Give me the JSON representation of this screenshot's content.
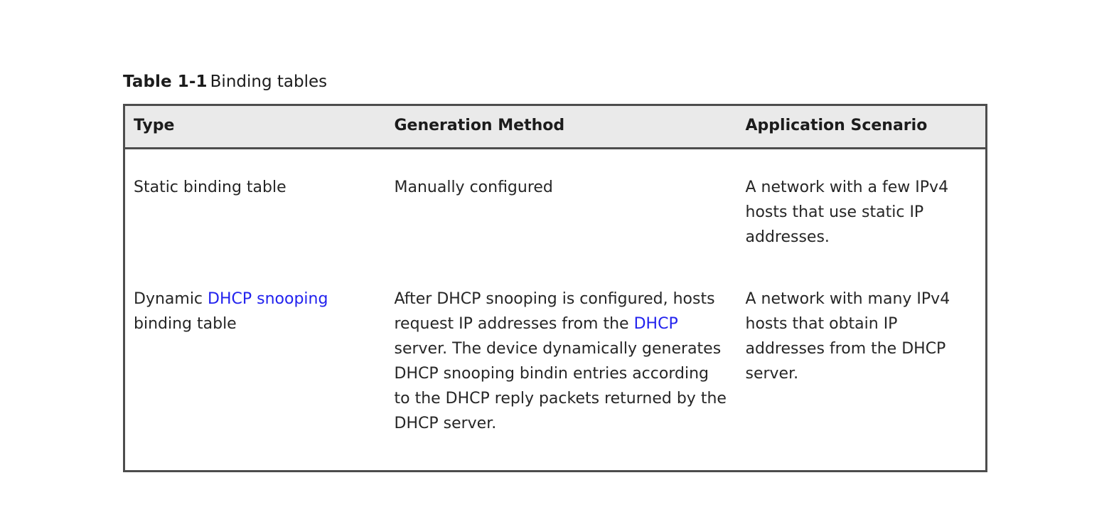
{
  "caption": {
    "label": "Table 1-1",
    "text": "Binding tables"
  },
  "colors": {
    "link": "#2222ee",
    "header_background": "#eaeaea",
    "border": "#4d4d4d",
    "text": "#262626"
  },
  "table": {
    "headers": [
      "Type",
      "Generation Method",
      "Application Scenario"
    ],
    "rows": [
      {
        "type_plain": "Static binding table",
        "generation_method": "Manually configured",
        "application_scenario": "A network with a few IPv4 hosts that use static IP addresses."
      },
      {
        "type_prefix": "Dynamic ",
        "type_link": "DHCP snooping",
        "type_suffix": " binding table",
        "generation_part1": "After DHCP snooping is configured, hosts request IP addresses from the ",
        "generation_link": "DHCP",
        "generation_part2": " server. The device dynamically generates DHCP snooping bindin entries according to the DHCP reply packets returned by the DHCP server.",
        "application_scenario": "A network with many IPv4 hosts that obtain IP addresses from the DHCP server."
      }
    ]
  }
}
